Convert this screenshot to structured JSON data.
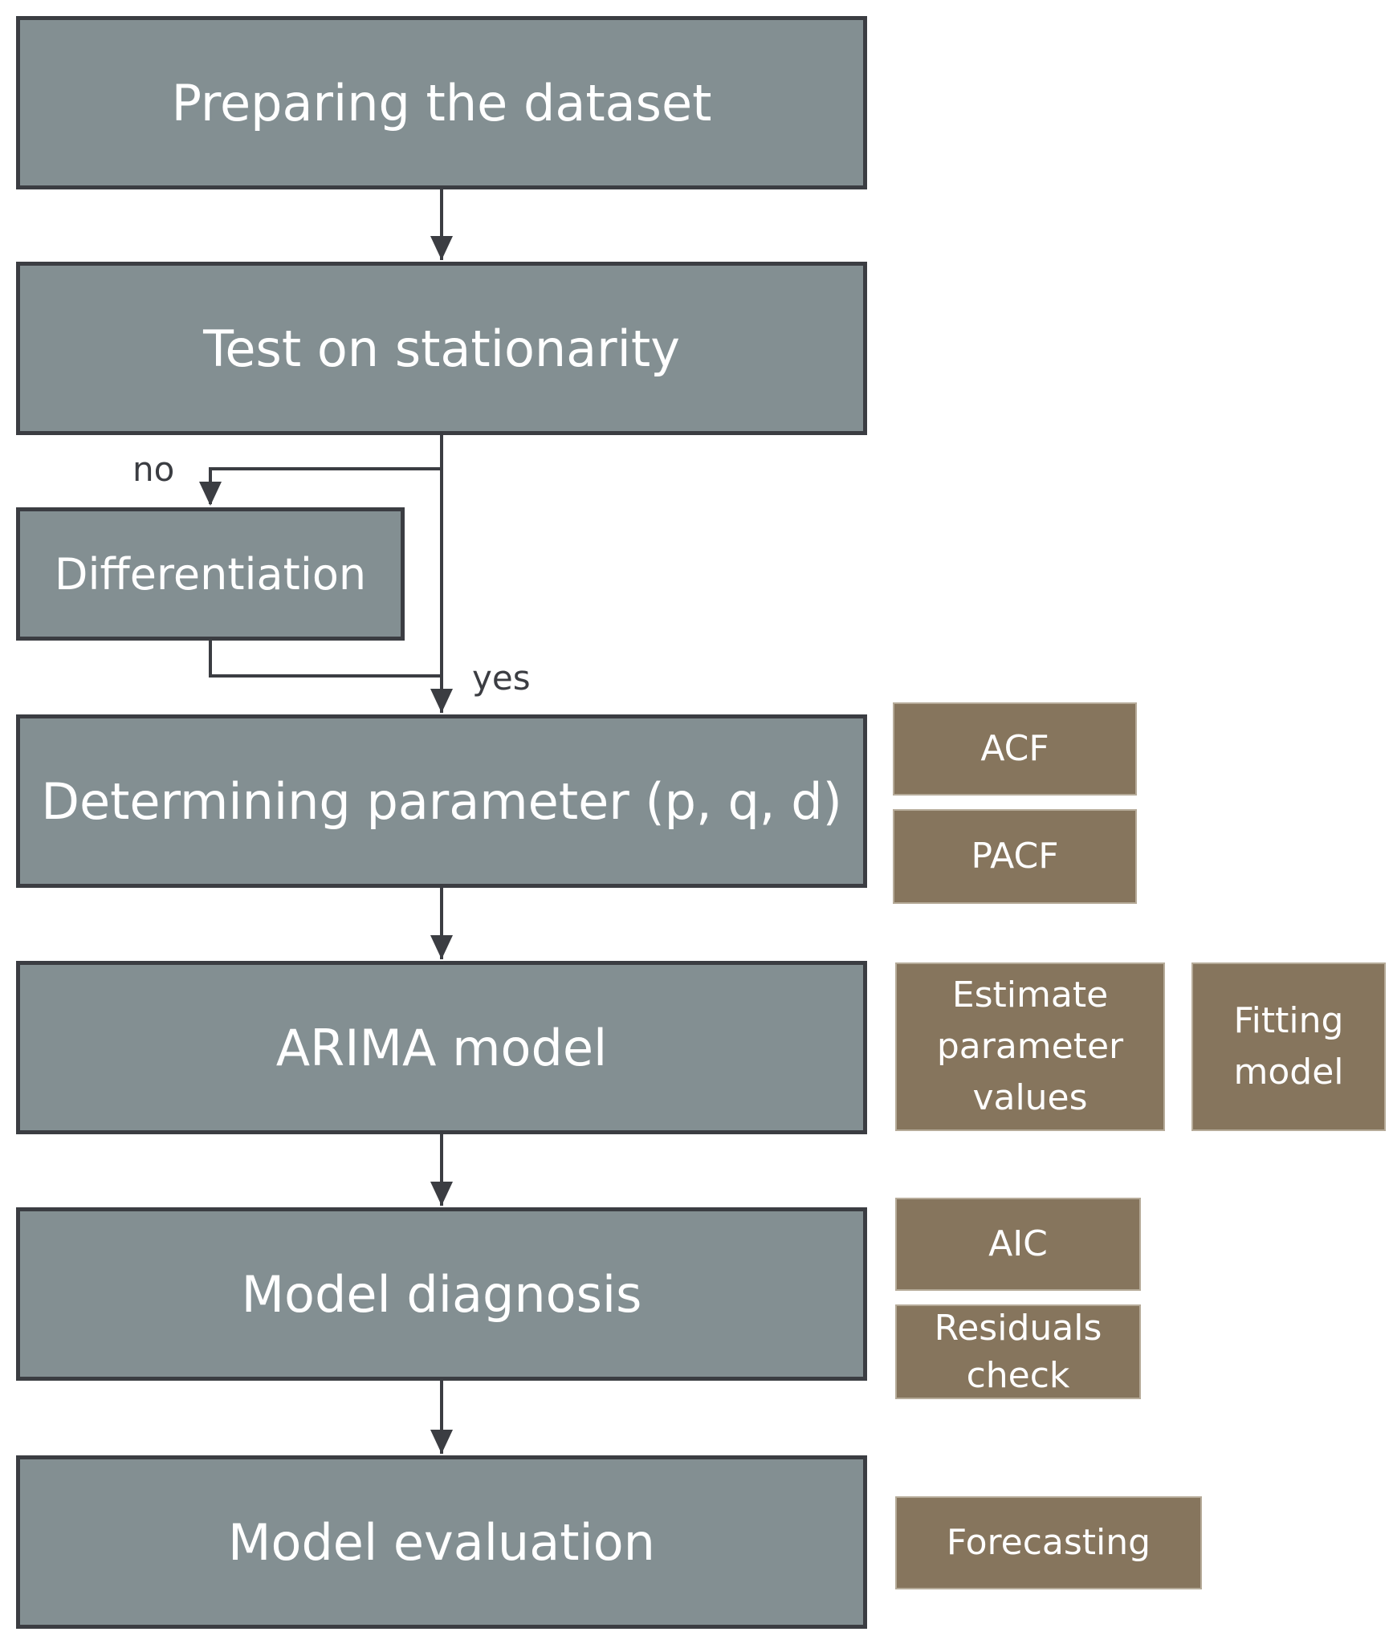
{
  "steps": {
    "prepare": "Preparing the dataset",
    "stationarity": "Test on stationarity",
    "differentiation": "Differentiation",
    "parameters": "Determining parameter (p, q, d)",
    "arima": "ARIMA model",
    "diagnosis": "Model diagnosis",
    "evaluation": "Model evaluation"
  },
  "edge_labels": {
    "no": "no",
    "yes": "yes"
  },
  "side_notes": {
    "acf": "ACF",
    "pacf": "PACF",
    "estimate": "Estimate parameter values",
    "fitting": "Fitting model",
    "aic": "AIC",
    "residuals": "Residuals check",
    "forecasting": "Forecasting"
  },
  "colors": {
    "step_fill": "#838f92",
    "step_border": "#3b3d42",
    "note_fill": "#86755d",
    "connector": "#3b3d42"
  }
}
